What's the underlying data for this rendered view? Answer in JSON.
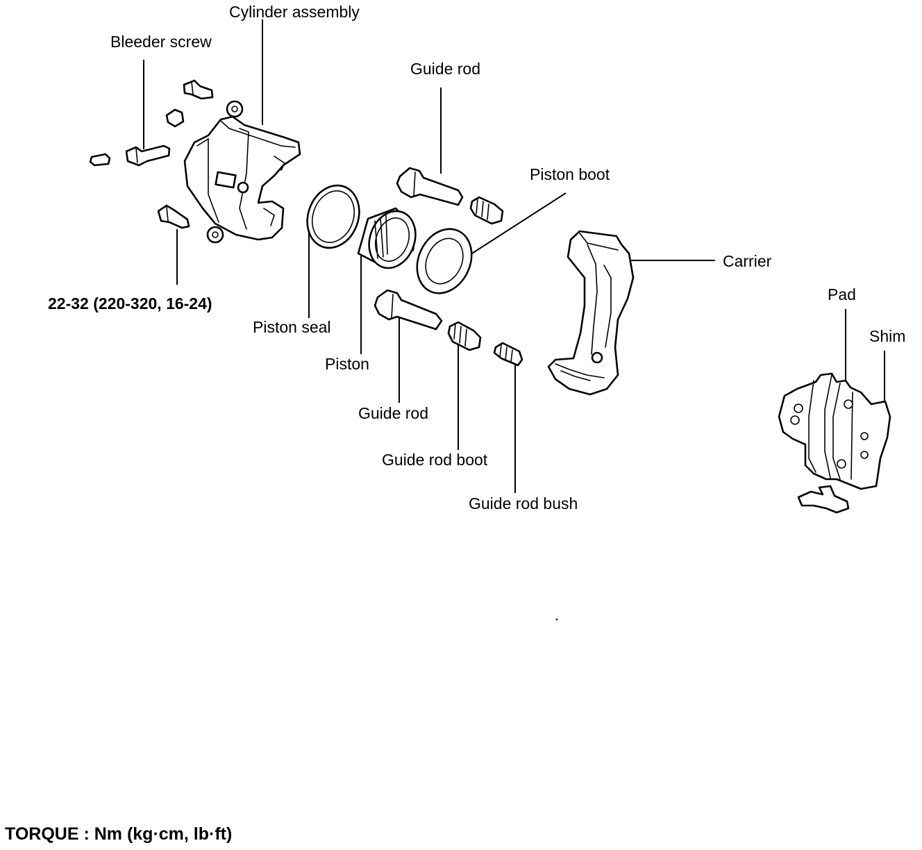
{
  "labels": {
    "cylinder_assembly": "Cylinder assembly",
    "bleeder_screw": "Bleeder screw",
    "guide_rod_top": "Guide rod",
    "piston_boot": "Piston boot",
    "carrier": "Carrier",
    "pad": "Pad",
    "shim": "Shim",
    "torque_value": "22-32 (220-320, 16-24)",
    "piston_seal": "Piston seal",
    "piston": "Piston",
    "guide_rod_bottom": "Guide rod",
    "guide_rod_boot": "Guide rod boot",
    "guide_rod_bush": "Guide rod bush"
  },
  "footer": {
    "torque_units": "TORQUE : Nm (kg·cm, lb·ft)"
  }
}
